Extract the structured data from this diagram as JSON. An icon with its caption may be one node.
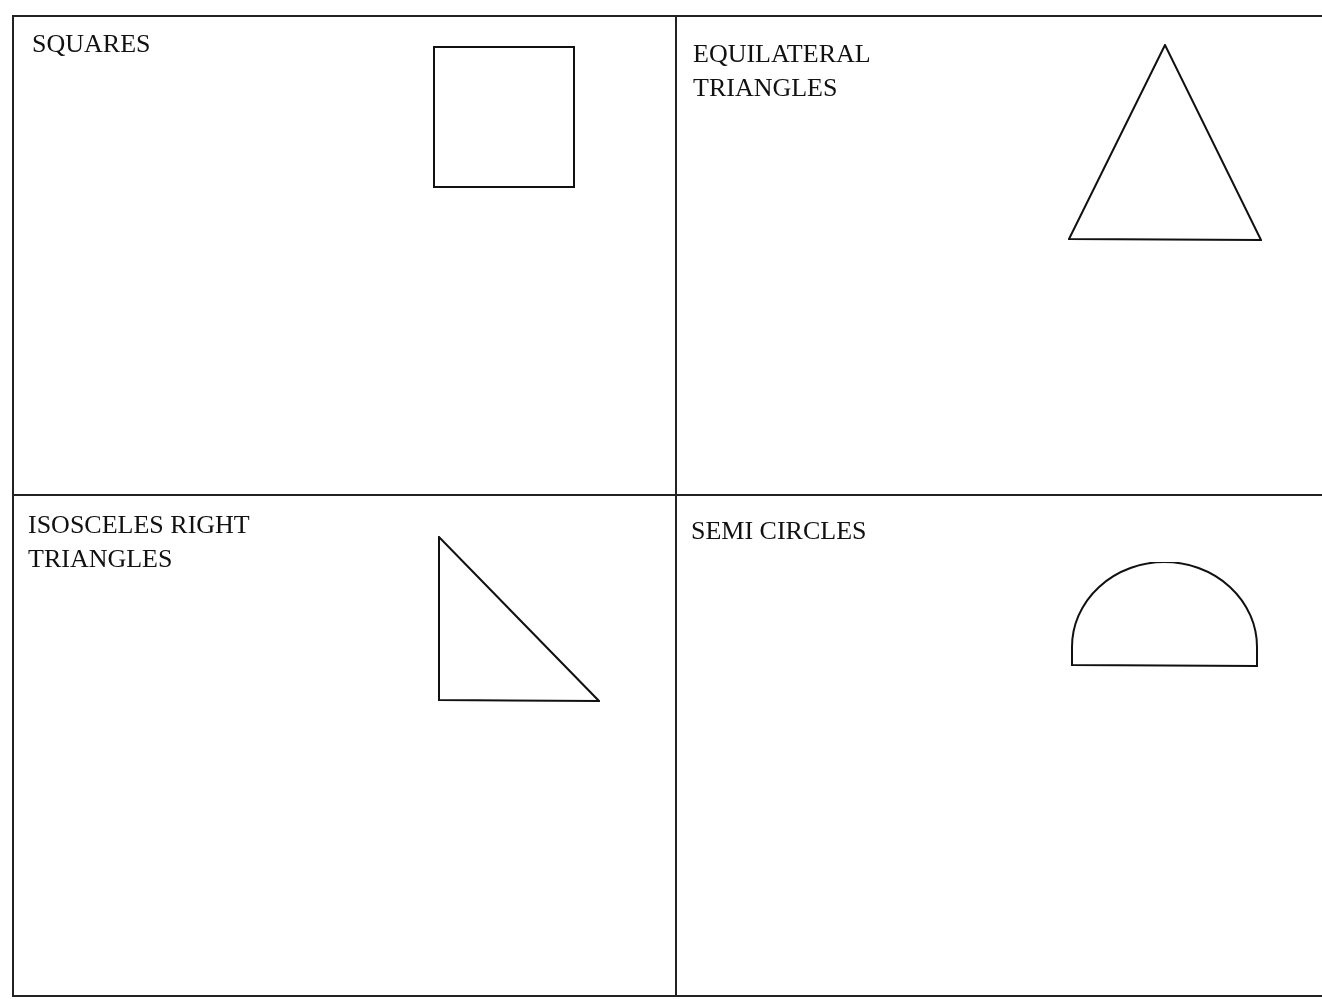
{
  "diagram": {
    "nodes": [
      {
        "text": [
          "SQUARES"
        ]
      },
      {
        "text": [],
        "shape": "square",
        "in": 0
      },
      {
        "text": [
          "EQUILATERAL TRIANGLES"
        ]
      },
      {
        "text": [],
        "shape": "triangle",
        "in": 2
      },
      {
        "text": [
          "ISOSCELES RIGHT TRIANGLES"
        ]
      },
      {
        "text": [],
        "shape": "right-triangle",
        "in": 4
      },
      {
        "text": [
          "SEMI CIRCLES"
        ]
      },
      {
        "text": [],
        "shape": "semicircle",
        "in": 6
      }
    ]
  }
}
